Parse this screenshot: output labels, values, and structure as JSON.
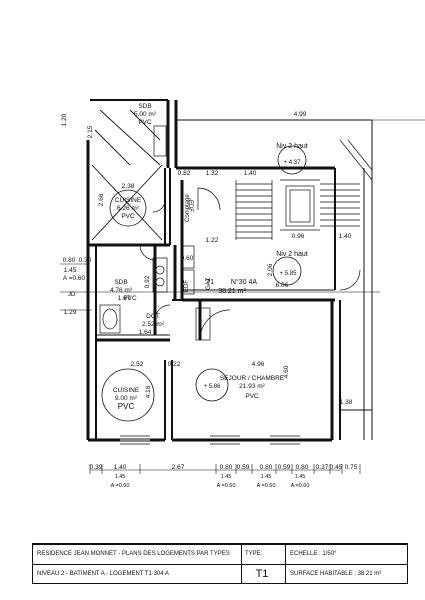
{
  "rooms": [
    {
      "name": "SDB",
      "area": "5.00 m²",
      "finish": "PVC"
    },
    {
      "name": "CUISINE",
      "area": "6.26 m²",
      "finish": "PVC"
    },
    {
      "name": "SDB",
      "area": "4.76 m²",
      "finish": "PVC"
    },
    {
      "name": "DGT",
      "area": "2.52 m²",
      "finish": ""
    },
    {
      "name": "CUISINE",
      "area": "9.00 m²",
      "finish": "PVC"
    },
    {
      "name": "SEJOUR / CHAMBRE",
      "area": "21.93 m²",
      "finish": "PVC"
    }
  ],
  "unit": {
    "type": "T1",
    "number": "N°30 4A",
    "area": "38.21 m²"
  },
  "landing": {
    "label1": "Niv 2 haut",
    "level1": "+ 4.37",
    "label2": "Niv 2 haut",
    "level2": "+ 5.85"
  },
  "levels": {
    "room": "+ 5.86"
  },
  "annotations": {
    "jd": "JD",
    "edf": "EDF",
    "comptage": "Comptage",
    "edf2": "EDF",
    "gaz": "GAZ"
  },
  "dimensions": {
    "d499": "4.99",
    "d120": "1.20",
    "d215": "2.15",
    "d082": "0.82",
    "d132": "1.32",
    "d140a": "1.40",
    "d238": "2.38",
    "d266": "2.66",
    "d122": "1.22",
    "d060": "0.60",
    "d096": "0.96",
    "d140b": "1.40",
    "d080": "0.80",
    "d030": "0.30",
    "d145": "1.45",
    "d_060": "A =0.60",
    "d167": "1.67",
    "d092": "0.92",
    "d206": "2.06",
    "d606": "6.06",
    "d129": "1.29",
    "d164": "1.64",
    "d252": "2.52",
    "d022": "0.22",
    "d496": "4.96",
    "d460": "4.60",
    "d416": "4.16",
    "d138": "1.38",
    "bottom": [
      "0.39",
      "1.40",
      "2.67",
      "0.80",
      "0.59",
      "0.80",
      "0.59",
      "0.80",
      "0.37",
      "0.45",
      "0.75"
    ],
    "b145": "1.45",
    "b060": "A =0.60"
  },
  "title_block": {
    "project": "RESIDENCE JEAN MONNET  -  PLANS DES LOGEMENTS PAR TYPES",
    "type_label": "TYPE:",
    "scale": "ECHELLE : 1/50°",
    "level": "NIVEAU 2  -  BATIMENT A  -  LOGEMENT T1 304 A",
    "type_value": "T1",
    "surface": "SURFACE HABITABLE :  38.21 m²"
  }
}
